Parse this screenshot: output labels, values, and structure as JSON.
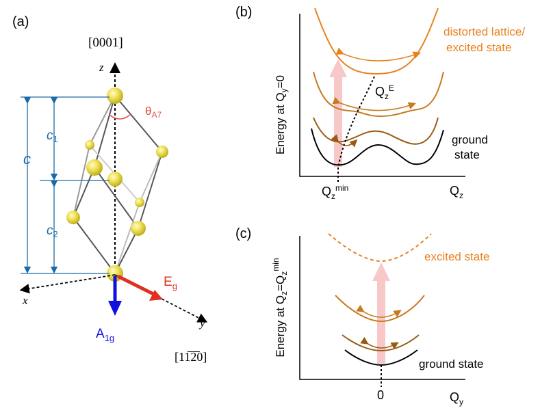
{
  "panel_a": {
    "label": "(a)",
    "axis_top": "[0001]",
    "axis_z": "z",
    "axis_x": "x",
    "axis_y": "y",
    "axis_y_dir": "[11̅2̅0]",
    "c_label": "c",
    "c1_base": "c",
    "c1_sub": "1",
    "c2_base": "c",
    "c2_sub": "2",
    "theta_base": "θ",
    "theta_sub": "A7",
    "eg_base": "E",
    "eg_sub": "g",
    "a1g_base": "A",
    "a1g_sub": "1g"
  },
  "panel_b": {
    "label": "(b)",
    "ylabel_prefix": "Energy at Q",
    "ylabel_sub": "y",
    "ylabel_suffix": "=0",
    "xlabel_base": "Q",
    "xlabel_sub": "z",
    "qmin_base": "Q",
    "qmin_sub": "z",
    "qmin_sup": "min",
    "qe_base": "Q",
    "qe_sub": "z",
    "qe_sup": "E",
    "label_top_1": "distorted lattice/",
    "label_top_2": "excited state",
    "label_bottom_1": "ground",
    "label_bottom_2": "state"
  },
  "panel_c": {
    "label": "(c)",
    "ylabel_prefix": "Energy at Q",
    "ylabel_sub1": "z",
    "ylabel_mid": "=Q",
    "ylabel_sub2": "z",
    "ylabel_sup": "min",
    "xlabel_base": "Q",
    "xlabel_sub": "y",
    "zero_tick": "0",
    "label_top": "excited state",
    "label_bottom": "ground state"
  },
  "colors": {
    "black": "#000000",
    "orange": "#e8821e",
    "brown_mid": "#c77a1f",
    "brown_dark": "#9a5a14",
    "blue": "#1a6aa8",
    "red": "#e03020",
    "arrow_blue": "#1010e0",
    "pink": "#f8c8c8",
    "atom": "#e8d83a",
    "theta_red": "#e05040"
  }
}
